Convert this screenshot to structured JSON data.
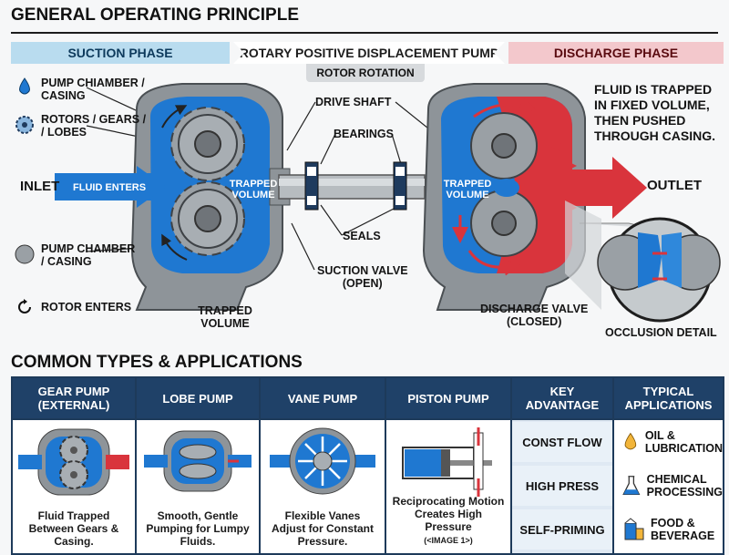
{
  "title": "GENERAL OPERATING PRINCIPLE",
  "phase_bar": {
    "suction": "SUCTION PHASE",
    "center": "ROTARY POSITIVE DISPLACEMENT PUMP",
    "discharge": "DISCHARGE PHASE",
    "rotor_rotation": "ROTOR ROTATION"
  },
  "legend": {
    "chamber_top": "PUMP CHIAMBER /\nCASING",
    "rotors": "ROTORS / GEARS /\n/ LOBES",
    "chamber_bottom": "PUMP CHAMBER\n/ CASING",
    "rotor_enters": "ROTOR ENTERS"
  },
  "labels": {
    "inlet": "INLET",
    "fluid_enters": "FLUID ENTERS",
    "trapped_left": "TRAPPED\nVOLUME",
    "trapped_right": "TRAPPED\nVOLUME",
    "trapped_bottom": "TRAPPED\nVOLUME",
    "drive_shaft": "DRIVE SHAFT",
    "bearings": "BEARINGS",
    "seals": "SEALS",
    "suction_valve": "SUCTION VALVE\n(OPEN)",
    "discharge_valve": "DISCHARGE VALVE\n(CLOSED)",
    "fluid_note": "FLUID IS TRAPPED\nIN FIXED VOLUME,\nTHEN PUSHED\nTHROUGH CASING.",
    "outlet": "OUTLET",
    "occlusion": "OCCLUSION DETAIL"
  },
  "types_title": "COMMON TYPES & APPLICATIONS",
  "table": {
    "headers": [
      "GEAR PUMP\n(EXTERNAL)",
      "LOBE PUMP",
      "VANE PUMP",
      "PISTON PUMP",
      "KEY\nADVANTAGE",
      "TYPICAL\nAPPLICATIONS"
    ],
    "captions": [
      "Fluid Trapped\nBetween Gears &\nCasing.",
      "Smooth, Gentle\nPumping for Lumpy\nFluids.",
      "Flexible Vanes\nAdjust for Constant\nPressure.",
      "Reciprocating Motion\nCreates High\nPressure"
    ],
    "piston_note": "(<IMAGE 1>)",
    "advantages": [
      "CONST FLOW",
      "HIGH PRESS",
      "SELF-PRIMING"
    ],
    "applications": [
      "OIL &\nLUBRICATION",
      "CHEMICAL\nPROCESSING",
      "FOOD &\nBEVERAGE"
    ]
  },
  "colors": {
    "suction_blue": "#1f78d1",
    "discharge_red": "#d9343c",
    "casing_gray": "#8e9499",
    "header_navy": "#1f4168"
  }
}
